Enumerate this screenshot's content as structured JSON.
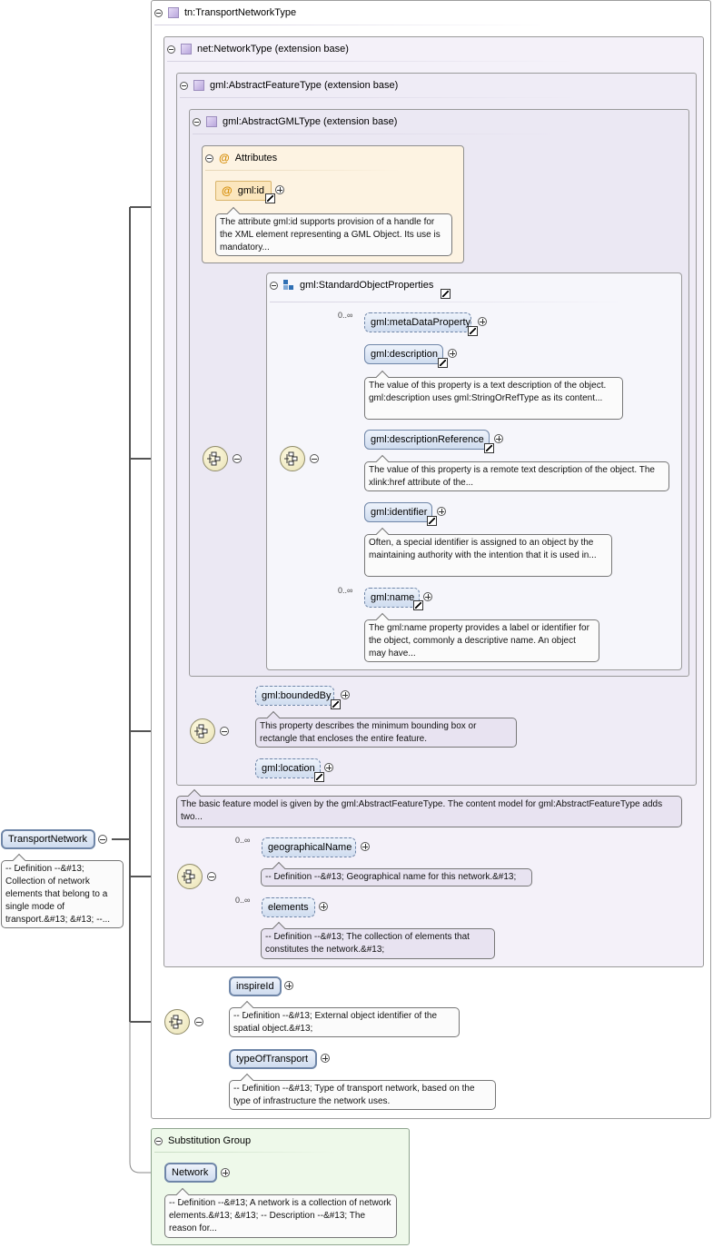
{
  "root": {
    "name": "TransportNetwork",
    "doc": "-- Definition --&#13; Collection of network elements that belong to a single mode of transport.&#13; &#13; --..."
  },
  "types": {
    "transport_network_type": "tn:TransportNetworkType",
    "network_type": "net:NetworkType (extension base)",
    "abstract_feature_type": "gml:AbstractFeatureType (extension base)",
    "abstract_gml_type": "gml:AbstractGMLType (extension base)"
  },
  "attributes": {
    "title": "Attributes",
    "id_label": "gml:id",
    "id_doc": "The attribute gml:id supports provision of a handle for the XML element representing a GML Object. Its use is mandatory..."
  },
  "standard_object_properties": {
    "title": "gml:StandardObjectProperties",
    "elements": [
      {
        "name": "gml:metaDataProperty",
        "card": "0..∞",
        "doc": ""
      },
      {
        "name": "gml:description",
        "card": "",
        "doc": "The value of this property is a text description of the object. gml:description uses gml:StringOrRefType as its content..."
      },
      {
        "name": "gml:descriptionReference",
        "card": "",
        "doc": "The value of this property is a remote text description of the object. The xlink:href attribute of the..."
      },
      {
        "name": "gml:identifier",
        "card": "",
        "doc": "Often, a special identifier is assigned to an object by the maintaining authority with the intention that it is used in..."
      },
      {
        "name": "gml:name",
        "card": "0..∞",
        "doc": "The gml:name property provides a label or identifier for the object, commonly a descriptive name. An object may have..."
      }
    ]
  },
  "feature_elements": [
    {
      "name": "gml:boundedBy",
      "doc": "This property describes the minimum bounding box or rectangle that encloses the entire feature."
    },
    {
      "name": "gml:location",
      "doc": ""
    }
  ],
  "feature_type_doc": "The basic feature model is given by the gml:AbstractFeatureType. The content model for gml:AbstractFeatureType adds two...",
  "network_elements": [
    {
      "name": "geographicalName",
      "card": "0..∞",
      "doc": "-- Definition --&#13; Geographical name for this network.&#13;"
    },
    {
      "name": "elements",
      "card": "0..∞",
      "doc": "-- Definition --&#13; The collection of elements that constitutes the network.&#13;"
    }
  ],
  "transport_elements": [
    {
      "name": "inspireId",
      "doc": "-- Definition --&#13; External object identifier of the spatial object.&#13;"
    },
    {
      "name": "typeOfTransport",
      "doc": "-- Definition --&#13; Type of transport network, based on the type of infrastructure the network uses."
    }
  ],
  "substitution": {
    "title": "Substitution Group",
    "name": "Network",
    "doc": "-- Definition --&#13; A network is a collection of network elements.&#13; &#13; -- Description --&#13; The reason for..."
  },
  "colors": {
    "type_bg": "#f3f0f8",
    "attr_bg": "#fdf3e2",
    "element_bg": "#cfdcef",
    "subst_bg": "#eef9ea",
    "connector": "#555555"
  }
}
